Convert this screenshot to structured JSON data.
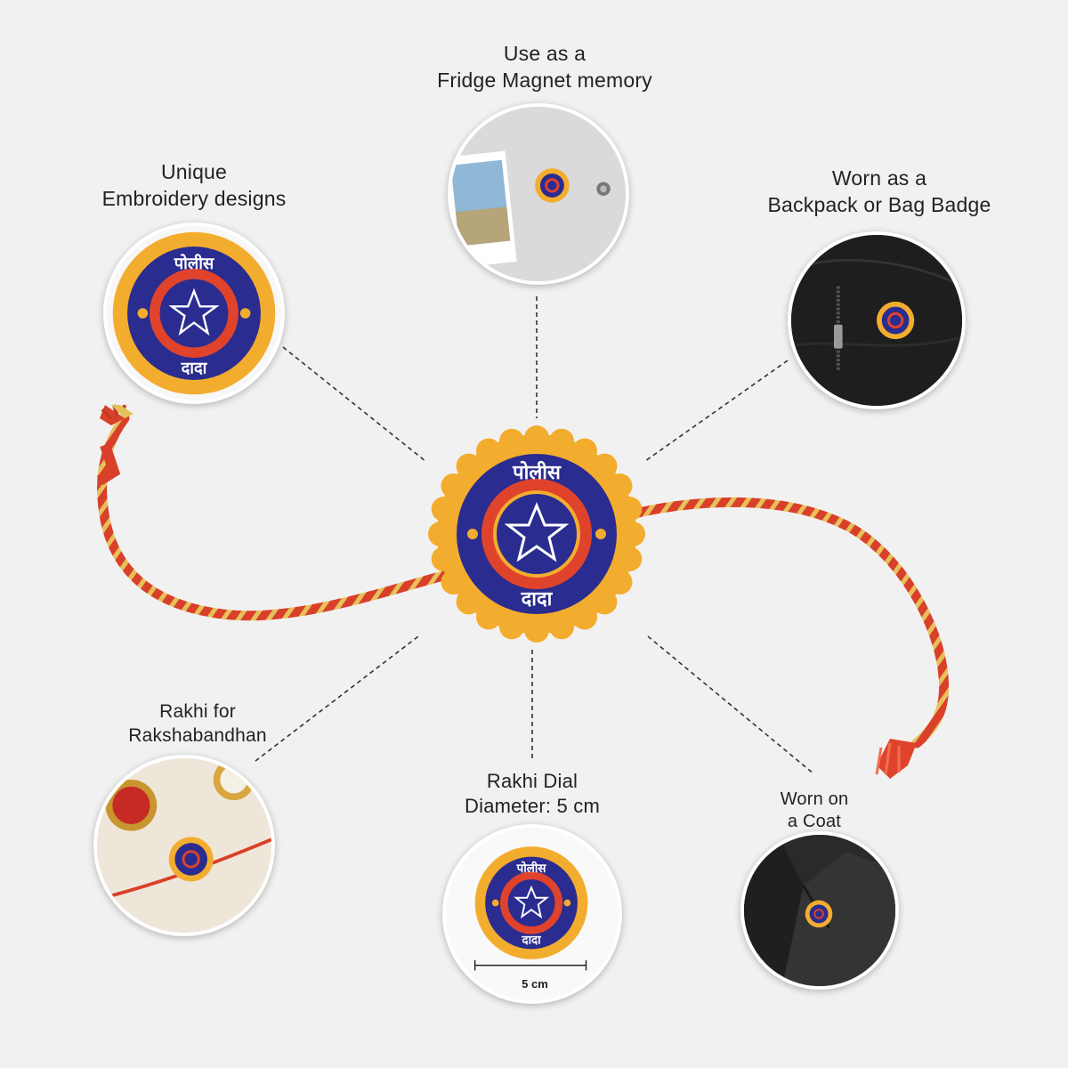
{
  "features": {
    "fridge": {
      "line1": "Use as a",
      "line2": "Fridge Magnet memory"
    },
    "embroidery": {
      "line1": "Unique",
      "line2": "Embroidery designs"
    },
    "backpack": {
      "line1": "Worn as a",
      "line2": "Backpack or Bag Badge"
    },
    "rakshabandhan": {
      "line1": "Rakhi for",
      "line2": "Rakshabandhan"
    },
    "dial": {
      "line1": "Rakhi Dial",
      "line2": "Diameter: 5 cm",
      "measure": "5 cm"
    },
    "coat": {
      "line1": "Worn on",
      "line2": "a Coat"
    }
  },
  "badge": {
    "top_text": "पोलीस",
    "bottom_text": "दादा"
  },
  "colors": {
    "background": "#f1f1f1",
    "felt_orange": "#f3ad2e",
    "badge_blue": "#2a2c8f",
    "ring_red": "#e0432b",
    "thread_red": "#d9402a",
    "thread_gold": "#e6c15a"
  }
}
